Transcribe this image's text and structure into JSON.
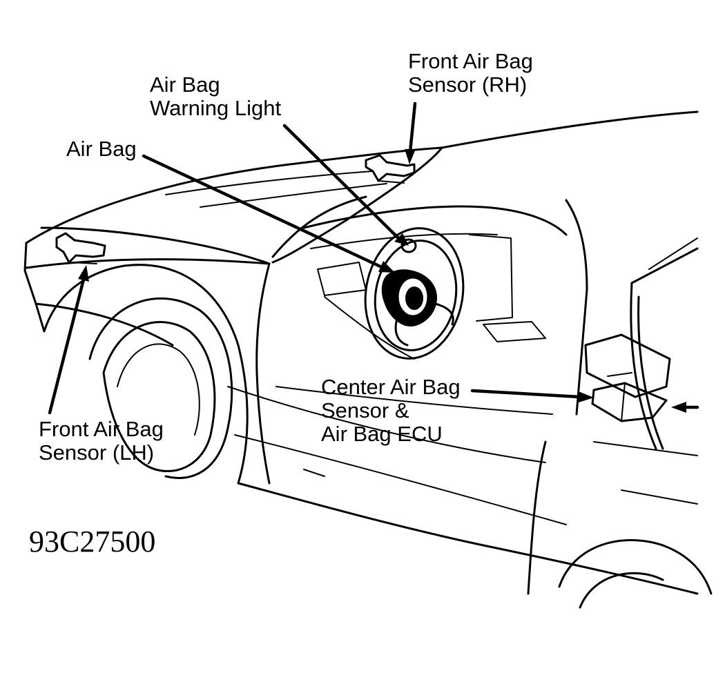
{
  "labels": {
    "front_rh": [
      "Front Air Bag",
      "Sensor (RH)"
    ],
    "warning_light": [
      "Air Bag",
      "Warning Light"
    ],
    "air_bag": "Air Bag",
    "center_sensor": [
      "Center Air Bag",
      "Sensor &",
      "Air Bag ECU"
    ],
    "front_lh": [
      "Front Air Bag",
      "Sensor (LH)"
    ]
  },
  "figure_id": "93C27500",
  "colors": {
    "ink": "#000000",
    "paper": "#ffffff"
  }
}
